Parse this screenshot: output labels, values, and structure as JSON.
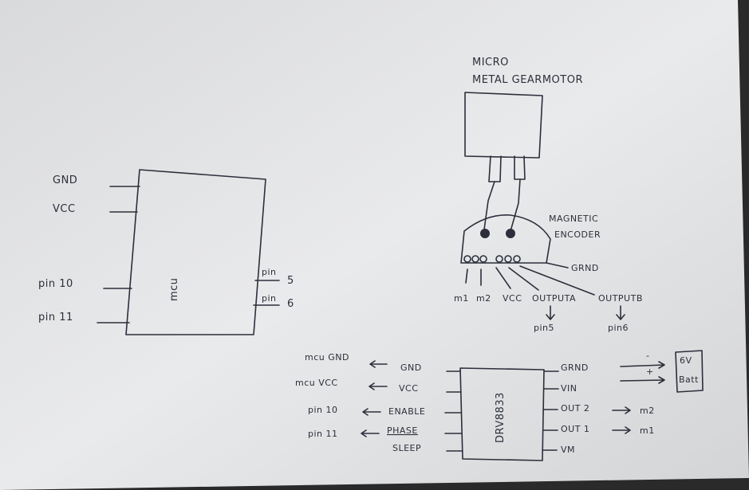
{
  "diagram": {
    "mcu": {
      "label": "mcu",
      "left_pins": [
        "GND",
        "VCC",
        "pin 10",
        "pin 11"
      ],
      "right_pin_word": "pin",
      "right_pins": [
        "5",
        "6"
      ]
    },
    "motor": {
      "title_line1": "MICRO",
      "title_line2": "METAL GEARMOTOR"
    },
    "encoder": {
      "label_line1": "MAGNETIC",
      "label_line2": "ENCODER",
      "ground_label": "GRND",
      "pin_labels": [
        "m1",
        "m2",
        "VCC",
        "OUTPUTA",
        "OUTPUTB"
      ],
      "outputA_target": "pin5",
      "outputB_target": "pin6"
    },
    "driver": {
      "label": "DRV8833",
      "left_inputs": [
        {
          "source": "mcu GND",
          "pin": "GND"
        },
        {
          "source": "mcu VCC",
          "pin": "VCC"
        },
        {
          "source": "pin 10",
          "pin": "ENABLE"
        },
        {
          "source": "pin 11",
          "pin": "PHASE"
        },
        {
          "source": "",
          "pin": "SLEEP"
        }
      ],
      "right_outputs": [
        {
          "pin": "GRND",
          "target": ""
        },
        {
          "pin": "VIN",
          "target": ""
        },
        {
          "pin": "OUT 2",
          "target": "m2"
        },
        {
          "pin": "OUT 1",
          "target": "m1"
        },
        {
          "pin": "VM",
          "target": ""
        }
      ]
    },
    "battery": {
      "line1": "6V",
      "line2": "Batt",
      "minus": "-",
      "plus": "+"
    }
  },
  "colors": {
    "ink": "#2c2f3a",
    "paper": "#e6e7e9",
    "background": "#2a2a2a"
  }
}
